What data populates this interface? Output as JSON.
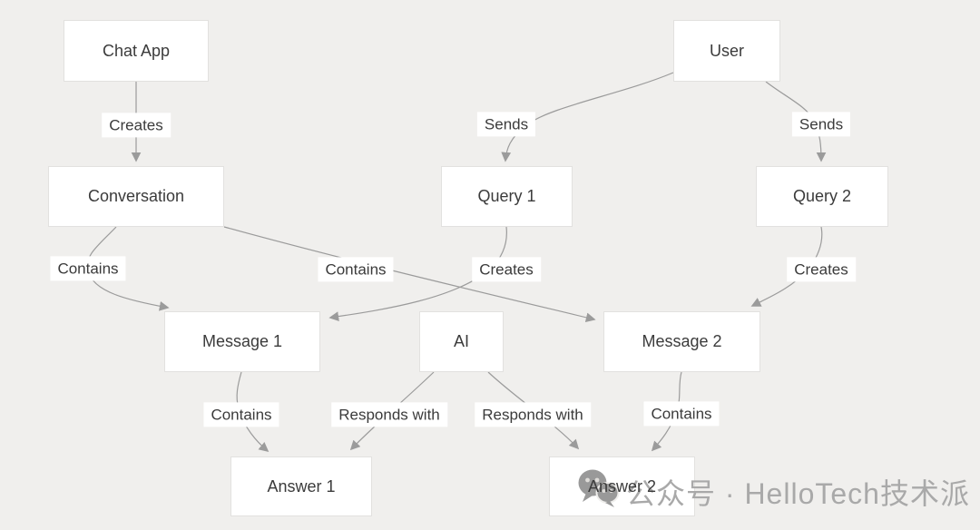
{
  "diagram": {
    "colors": {
      "background": "#f0efed",
      "edge": "#9b9b9b",
      "node_bg": "#ffffff",
      "node_border": "#e2e1df",
      "text": "#3b3b3b",
      "watermark": "#a9a9a9"
    },
    "nodes": [
      {
        "id": "chat-app",
        "label": "Chat App"
      },
      {
        "id": "user",
        "label": "User"
      },
      {
        "id": "conversation",
        "label": "Conversation"
      },
      {
        "id": "query-1",
        "label": "Query 1"
      },
      {
        "id": "query-2",
        "label": "Query 2"
      },
      {
        "id": "message-1",
        "label": "Message 1"
      },
      {
        "id": "ai",
        "label": "AI"
      },
      {
        "id": "message-2",
        "label": "Message 2"
      },
      {
        "id": "answer-1",
        "label": "Answer 1"
      },
      {
        "id": "answer-2",
        "label": "Answer 2"
      }
    ],
    "edges": [
      {
        "from": "Chat App",
        "to": "Conversation",
        "label": "Creates"
      },
      {
        "from": "User",
        "to": "Query 1",
        "label": "Sends"
      },
      {
        "from": "User",
        "to": "Query 2",
        "label": "Sends"
      },
      {
        "from": "Conversation",
        "to": "Message 1",
        "label": "Contains"
      },
      {
        "from": "Conversation",
        "to": "Message 2",
        "label": "Contains"
      },
      {
        "from": "Query 1",
        "to": "Message 1",
        "label": "Creates"
      },
      {
        "from": "Query 2",
        "to": "Message 2",
        "label": "Creates"
      },
      {
        "from": "Message 1",
        "to": "Answer 1",
        "label": "Contains"
      },
      {
        "from": "AI",
        "to": "Answer 1",
        "label": "Responds with"
      },
      {
        "from": "AI",
        "to": "Answer 2",
        "label": "Responds with"
      },
      {
        "from": "Message 2",
        "to": "Answer 2",
        "label": "Contains"
      }
    ]
  },
  "watermark": {
    "icon": "chat-bubbles-icon",
    "text": "公众号 · HelloTech技术派"
  }
}
